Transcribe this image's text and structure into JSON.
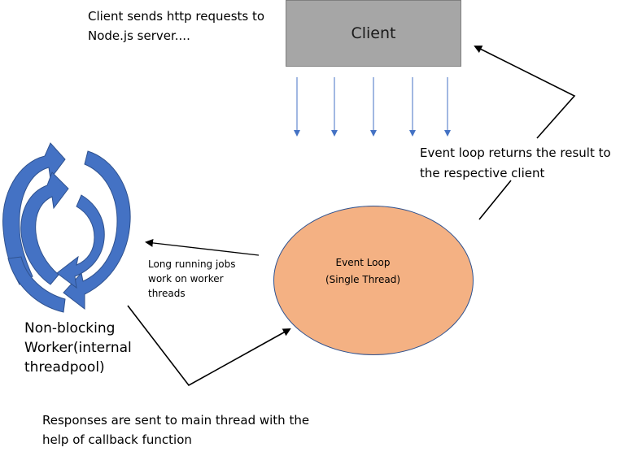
{
  "client": {
    "label": "Client"
  },
  "notes": {
    "top": "Client sends http requests to Node.js server....",
    "right": "Event loop returns the result to the respective client",
    "middle": "Long running jobs work on worker threads",
    "worker": "Non-blocking Worker(internal threadpool)",
    "bottom": "Responses are sent to main thread with the help of callback function"
  },
  "event_loop": {
    "title": "Event Loop",
    "subtitle": "(Single Thread)"
  },
  "colors": {
    "client_fill": "#a6a6a6",
    "event_loop_fill": "#f4b183",
    "worker_arrows": "#4472c4",
    "request_arrows": "#4472c4",
    "connectors": "#000000"
  }
}
